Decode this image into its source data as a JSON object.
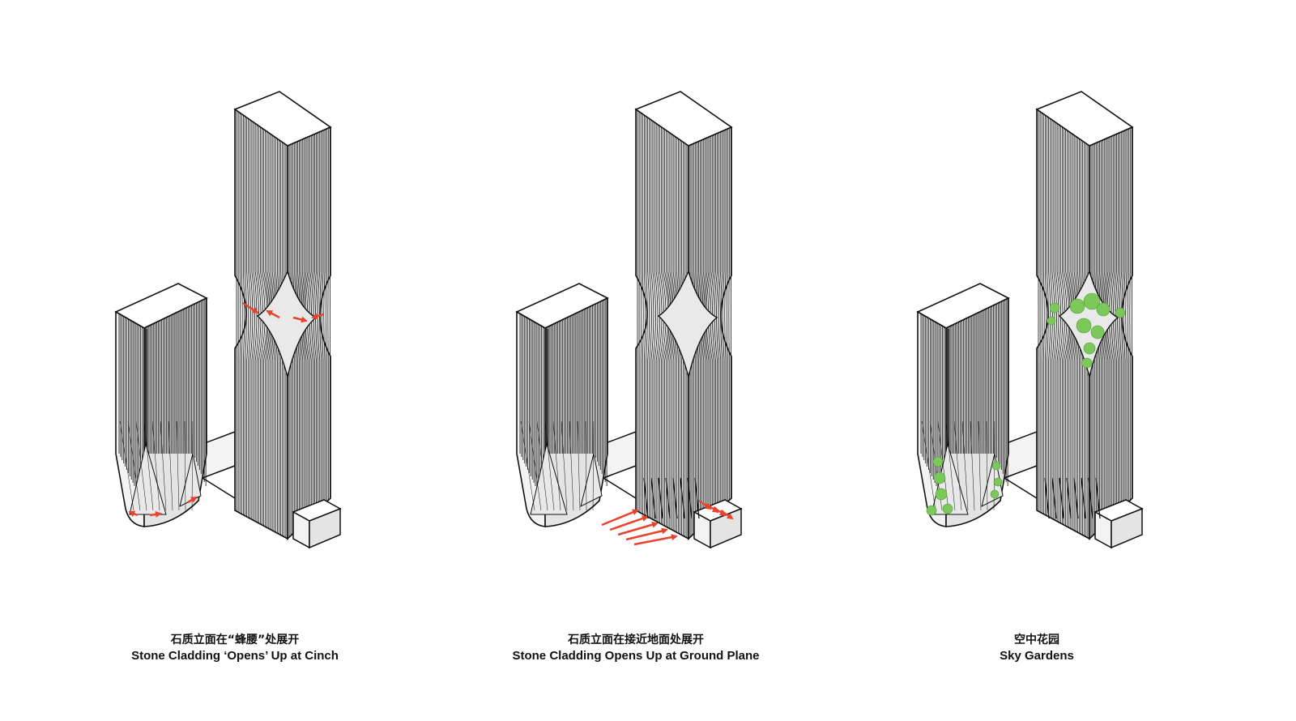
{
  "colors": {
    "outline": "#111111",
    "face_top": "#ffffff",
    "face_left": "#f3f3f3",
    "face_right": "#e4e4e4",
    "opening": "#e9e9e9",
    "arrow": "#e8432c",
    "greenery": "#7cc85a"
  },
  "panels": [
    {
      "name": "cinch",
      "caption_zh": "石质立面在“蜂腰”处展开",
      "caption_en": "Stone Cladding ‘Opens’ Up at Cinch",
      "highlight": "arrows-at-cinch"
    },
    {
      "name": "ground",
      "caption_zh": "石质立面在接近地面处展开",
      "caption_en": "Stone Cladding Opens Up at Ground Plane",
      "highlight": "arrows-at-ground"
    },
    {
      "name": "gardens",
      "caption_zh": "空中花园",
      "caption_en": "Sky Gardens",
      "highlight": "greenery"
    }
  ]
}
